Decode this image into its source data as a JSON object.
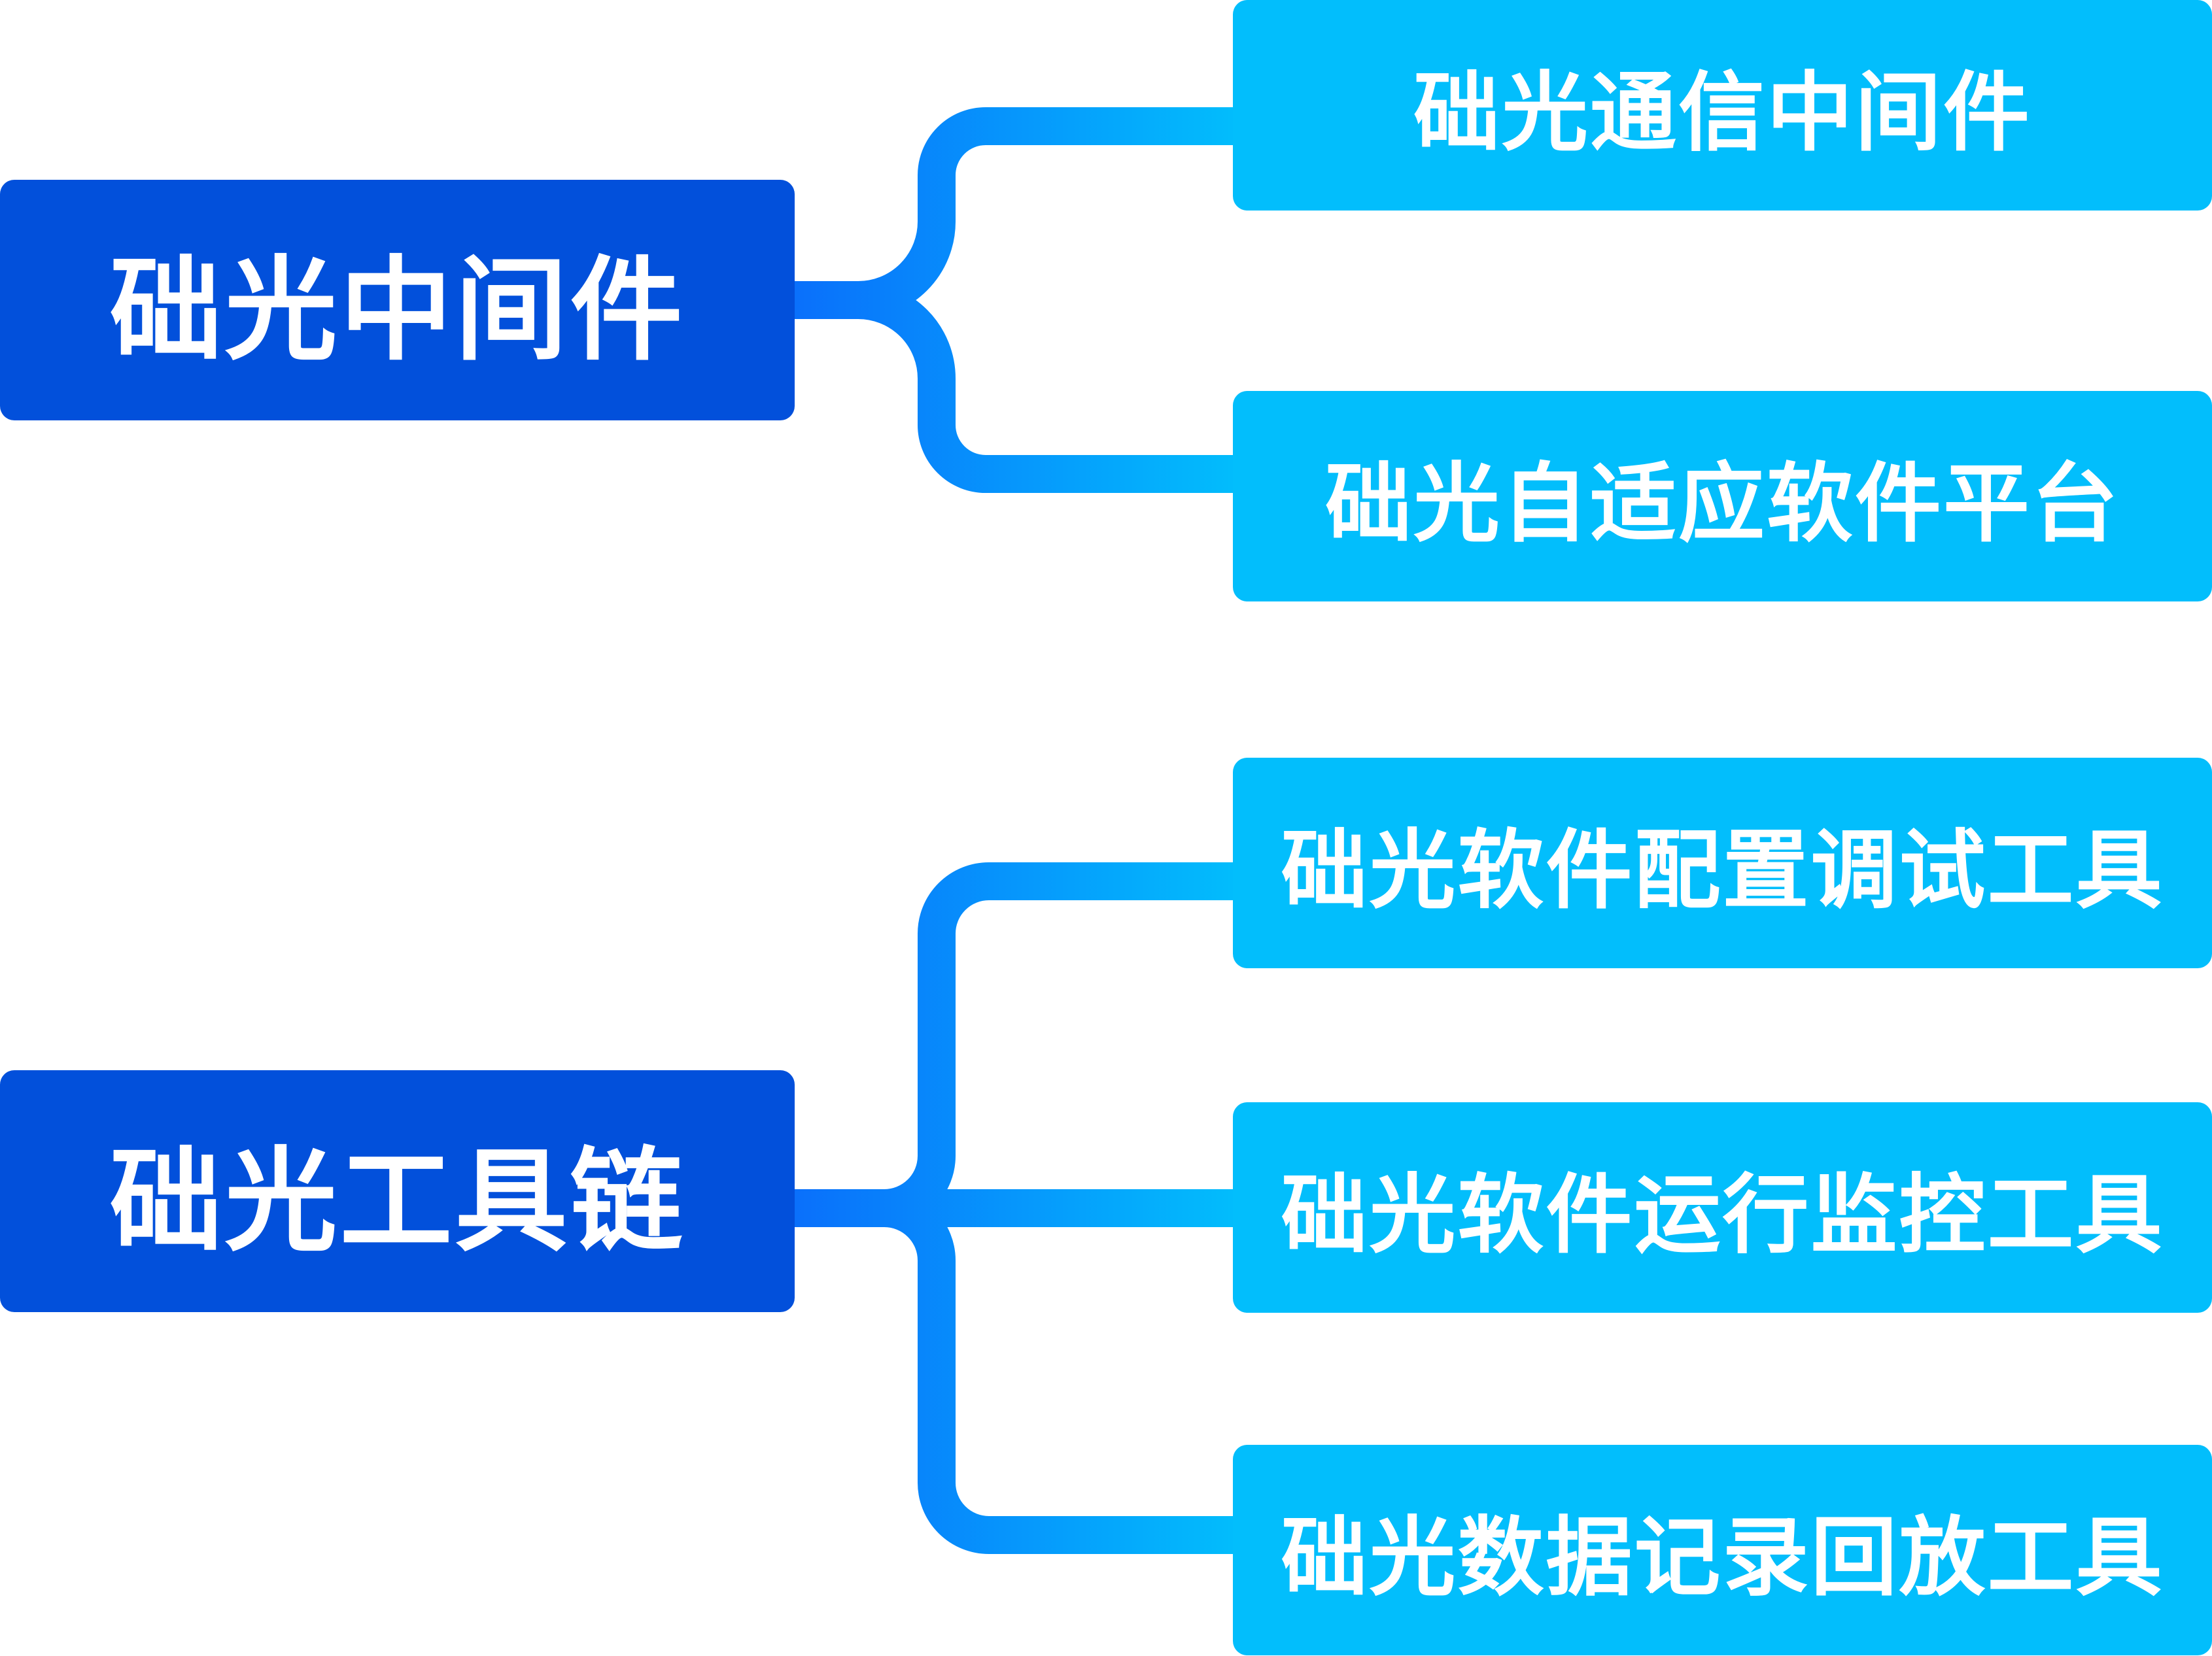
{
  "groups": [
    {
      "title": "础光中间件",
      "children": [
        "础光通信中间件",
        "础光自适应软件平台"
      ]
    },
    {
      "title": "础光工具链",
      "children": [
        "础光软件配置调试工具",
        "础光软件运行监控工具",
        "础光数据记录回放工具"
      ]
    }
  ],
  "colors": {
    "root_fill": "#0250DB",
    "leaf_fill": "#02BEFC",
    "connector_start": "#0A6EFB",
    "connector_end": "#02BEFC"
  }
}
